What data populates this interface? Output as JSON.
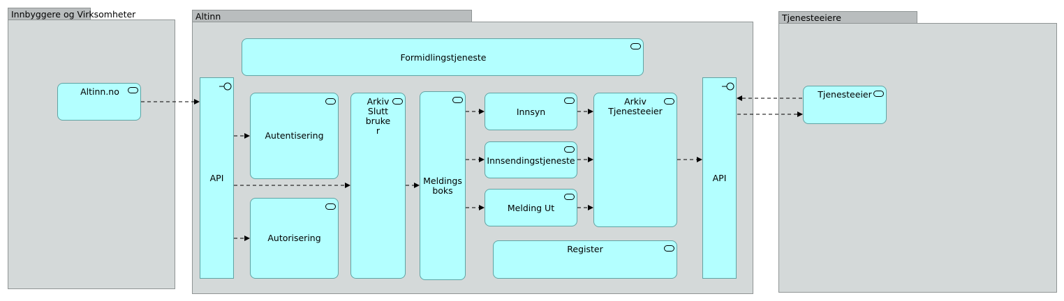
{
  "groups": {
    "citizens": "Innbyggere og Virksomheter",
    "altinn": "Altinn",
    "owners": "Tjenesteeiere"
  },
  "nodes": {
    "altinn_no": "Altinn.no",
    "formidling": "Formidlingstjeneste",
    "api_left": "API",
    "autentisering": "Autentisering",
    "autorisering": "Autorisering",
    "arkiv_slutt_lines": [
      "Arkiv",
      "Slutt",
      "bruke",
      "r"
    ],
    "meldingsboks_lines": [
      "Meldings",
      "boks"
    ],
    "innsyn": "Innsyn",
    "innsending": "Innsendingstjeneste",
    "melding_ut": "Melding Ut",
    "arkiv_tjeneste_lines": [
      "Arkiv",
      "Tjenesteeier"
    ],
    "register": "Register",
    "api_right": "API",
    "tjenesteeier": "Tjenesteeier"
  },
  "diagram": {
    "colors": {
      "element_fill": "#b3ffff",
      "element_border": "#5fa3a3",
      "group_fill": "#d4d9d9",
      "group_tab": "#b9bdbe",
      "connector": "#000000"
    },
    "connector_style": "dashed-arrow"
  }
}
